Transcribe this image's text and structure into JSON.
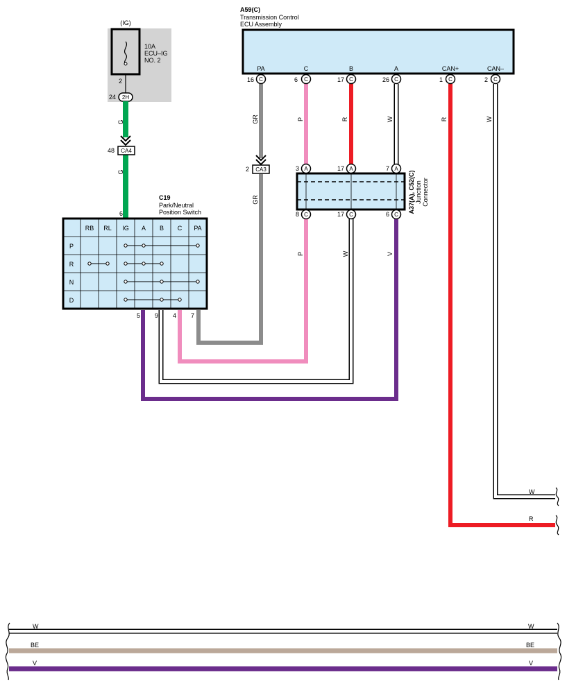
{
  "fuse_box": {
    "supply": "(IG)",
    "rating": "10A",
    "name_line1": "ECU–IG",
    "name_line2": "NO. 2",
    "pin": "2",
    "connector_pin": "24",
    "connector": "2H",
    "wire_color": "G"
  },
  "ca4": {
    "pin": "48",
    "name": "CA4",
    "wire_color": "G"
  },
  "ca3": {
    "pin": "2",
    "name": "CA3",
    "wire_color_top": "GR",
    "wire_color_bottom": "GR"
  },
  "ecu": {
    "code": "A59(C)",
    "name_line1": "Transmission Control",
    "name_line2": "ECU Assembly",
    "terminals": [
      {
        "label": "PA",
        "pin": "16",
        "tag": "C",
        "wire": "GR"
      },
      {
        "label": "C",
        "pin": "6",
        "tag": "C",
        "wire": "P"
      },
      {
        "label": "B",
        "pin": "17",
        "tag": "C",
        "wire": "R"
      },
      {
        "label": "A",
        "pin": "26",
        "tag": "C",
        "wire": "W"
      },
      {
        "label": "CAN+",
        "pin": "1",
        "tag": "C",
        "wire": "R"
      },
      {
        "label": "CAN–",
        "pin": "2",
        "tag": "C",
        "wire": "W"
      }
    ]
  },
  "junction": {
    "code": "A37(A), C52(C)",
    "name_line1": "Junction",
    "name_line2": "Connector",
    "top_pins": [
      {
        "pin": "3",
        "tag": "A"
      },
      {
        "pin": "17",
        "tag": "A"
      },
      {
        "pin": "7",
        "tag": "A"
      }
    ],
    "bottom_pins": [
      {
        "pin": "8",
        "tag": "C",
        "wire": "P"
      },
      {
        "pin": "17",
        "tag": "C",
        "wire": "W"
      },
      {
        "pin": "6",
        "tag": "C",
        "wire": "V"
      }
    ]
  },
  "switch": {
    "code": "C19",
    "name_line1": "Park/Neutral",
    "name_line2": "Position Switch",
    "top_pin": "6",
    "columns": [
      "RB",
      "RL",
      "IG",
      "A",
      "B",
      "C",
      "PA"
    ],
    "rows": [
      "P",
      "R",
      "N",
      "D"
    ],
    "bottom_pins": [
      "5",
      "9",
      "4",
      "7"
    ]
  },
  "can_lines": {
    "w_label": "W",
    "r_label": "R"
  },
  "bottom_bus": [
    {
      "label_left": "W",
      "label_right": "W",
      "color": "#ffffff"
    },
    {
      "label_left": "BE",
      "label_right": "BE",
      "color": "#bba899"
    },
    {
      "label_left": "V",
      "label_right": "V",
      "color": "#6b2d8c"
    }
  ],
  "colors": {
    "box_fill": "#cfeaf8",
    "fuse_bg": "#d3d3d3",
    "green": "#00a651",
    "gray": "#8c8c8c",
    "pink": "#f08dbd",
    "red": "#ed1c24",
    "violet": "#6b2d8c",
    "beige": "#bba899"
  }
}
